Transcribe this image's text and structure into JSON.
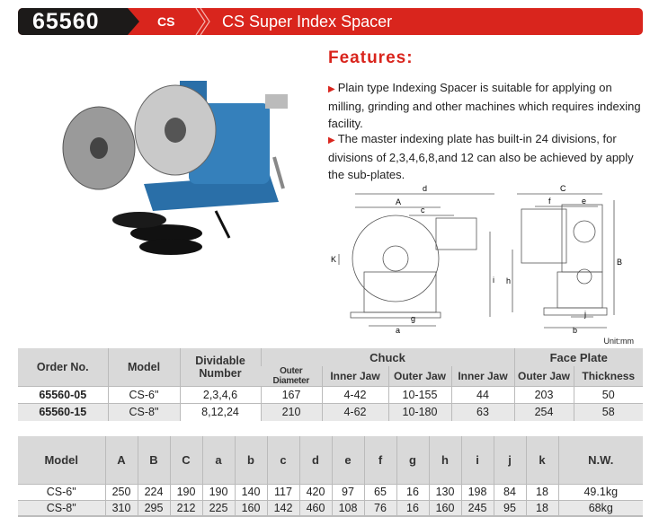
{
  "header": {
    "code": "65560",
    "category": "CS",
    "title": "CS Super Index Spacer"
  },
  "features": {
    "title": "Features:",
    "items": [
      "Plain type Indexing Spacer is suitable for applying on milling, grinding and other machines which requires indexing facility.",
      "The master indexing plate has built-in 24 divisions, for divisions of 2,3,4,6,8,and 12 can also be achieved by apply the sub-plates."
    ]
  },
  "diagram": {
    "labels": {
      "d": "d",
      "A": "A",
      "c": "c",
      "K": "K",
      "i": "i",
      "a": "a",
      "g": "g",
      "C": "C",
      "f": "f",
      "e": "e",
      "B": "B",
      "h": "h",
      "j": "j",
      "b": "b"
    },
    "unit": "Unit:mm"
  },
  "table1": {
    "headers": {
      "order": "Order No.",
      "model": "Model",
      "dividable": "Dividable Number",
      "chuck": "Chuck",
      "face_plate": "Face Plate"
    },
    "sub_headers": [
      "Outer Diameter",
      "Inner Jaw",
      "Outer Jaw",
      "Inner Jaw",
      "Outer Jaw",
      "Thickness"
    ],
    "rows": [
      {
        "order": "65560-05",
        "model": "CS-6\"",
        "dividable": "2,3,4,6",
        "v": [
          "167",
          "4-42",
          "10-155",
          "44",
          "203",
          "50"
        ]
      },
      {
        "order": "65560-15",
        "model": "CS-8\"",
        "dividable": "8,12,24",
        "v": [
          "210",
          "4-62",
          "10-180",
          "63",
          "254",
          "58"
        ]
      }
    ]
  },
  "table2": {
    "headers": [
      "Model",
      "A",
      "B",
      "C",
      "a",
      "b",
      "c",
      "d",
      "e",
      "f",
      "g",
      "h",
      "i",
      "j",
      "k",
      "N.W."
    ],
    "rows": [
      [
        "CS-6\"",
        "250",
        "224",
        "190",
        "190",
        "140",
        "117",
        "420",
        "97",
        "65",
        "16",
        "130",
        "198",
        "84",
        "18",
        "49.1kg"
      ],
      [
        "CS-8\"",
        "310",
        "295",
        "212",
        "225",
        "160",
        "142",
        "460",
        "108",
        "76",
        "16",
        "160",
        "245",
        "95",
        "18",
        "68kg"
      ]
    ]
  }
}
